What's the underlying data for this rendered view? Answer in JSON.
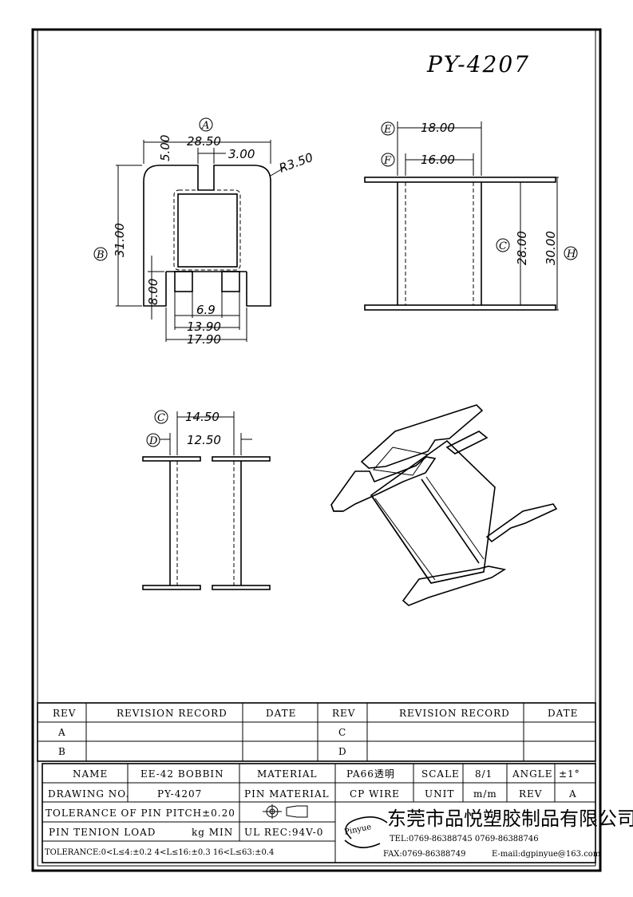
{
  "drawing_number": "PY-4207",
  "dimensions": {
    "front": {
      "width_a": "28.50",
      "top_gap": "5.00",
      "center_slot": "3.00",
      "radius": "R3.50",
      "height_b": "31.00",
      "pin_height": "8.00",
      "pin_inner": "6.9",
      "pin_mid": "13.90",
      "pin_outer": "17.90"
    },
    "side": {
      "e_width": "18.00",
      "f_width": "16.00",
      "c_height": "28.00",
      "h_height": "30.00"
    },
    "top": {
      "c_width": "14.50",
      "d_width": "12.50"
    }
  },
  "markers": {
    "a": "A",
    "b": "B",
    "c": "C",
    "d": "D",
    "e": "E",
    "f": "F",
    "h": "H"
  },
  "revision_table": {
    "headers": [
      "REV",
      "REVISION RECORD",
      "DATE",
      "REV",
      "REVISION RECORD",
      "DATE"
    ],
    "rows": [
      [
        "A",
        "",
        "",
        "C",
        "",
        ""
      ],
      [
        "B",
        "",
        "",
        "D",
        "",
        ""
      ]
    ]
  },
  "info_table": {
    "name_label": "NAME",
    "name_value": "EE-42 BOBBIN",
    "material_label": "MATERIAL",
    "material_value": "PA66透明",
    "scale_label": "SCALE",
    "scale_value": "8/1",
    "angle_label": "ANGLE",
    "angle_value": "±1°",
    "drawing_no_label": "DRAWING NO.",
    "drawing_no_value": "PY-4207",
    "pin_material_label": "PIN MATERIAL",
    "pin_material_value": "CP WIRE",
    "unit_label": "UNIT",
    "unit_value": "m/m",
    "rev_label": "REV",
    "rev_value": "A",
    "tolerance_pitch": "TOLERANCE OF PIN PITCH±0.20",
    "pin_load": "PIN TENION LOAD",
    "pin_load_unit": "kg MIN",
    "ul_rec": "UL REC:94V-0",
    "tolerance_line": "TOLERANCE:0<L≤4:±0.2   4<L≤16:±0.3   16<L≤63:±0.4"
  },
  "company": {
    "logo": "Pinyue",
    "name_cn": "东莞市品悦塑胶制品有限公司",
    "tel": "TEL:0769-86388745   0769-86388746",
    "fax": "FAX:0769-86388749",
    "email": "E-mail:dgpinyue@163.com"
  }
}
